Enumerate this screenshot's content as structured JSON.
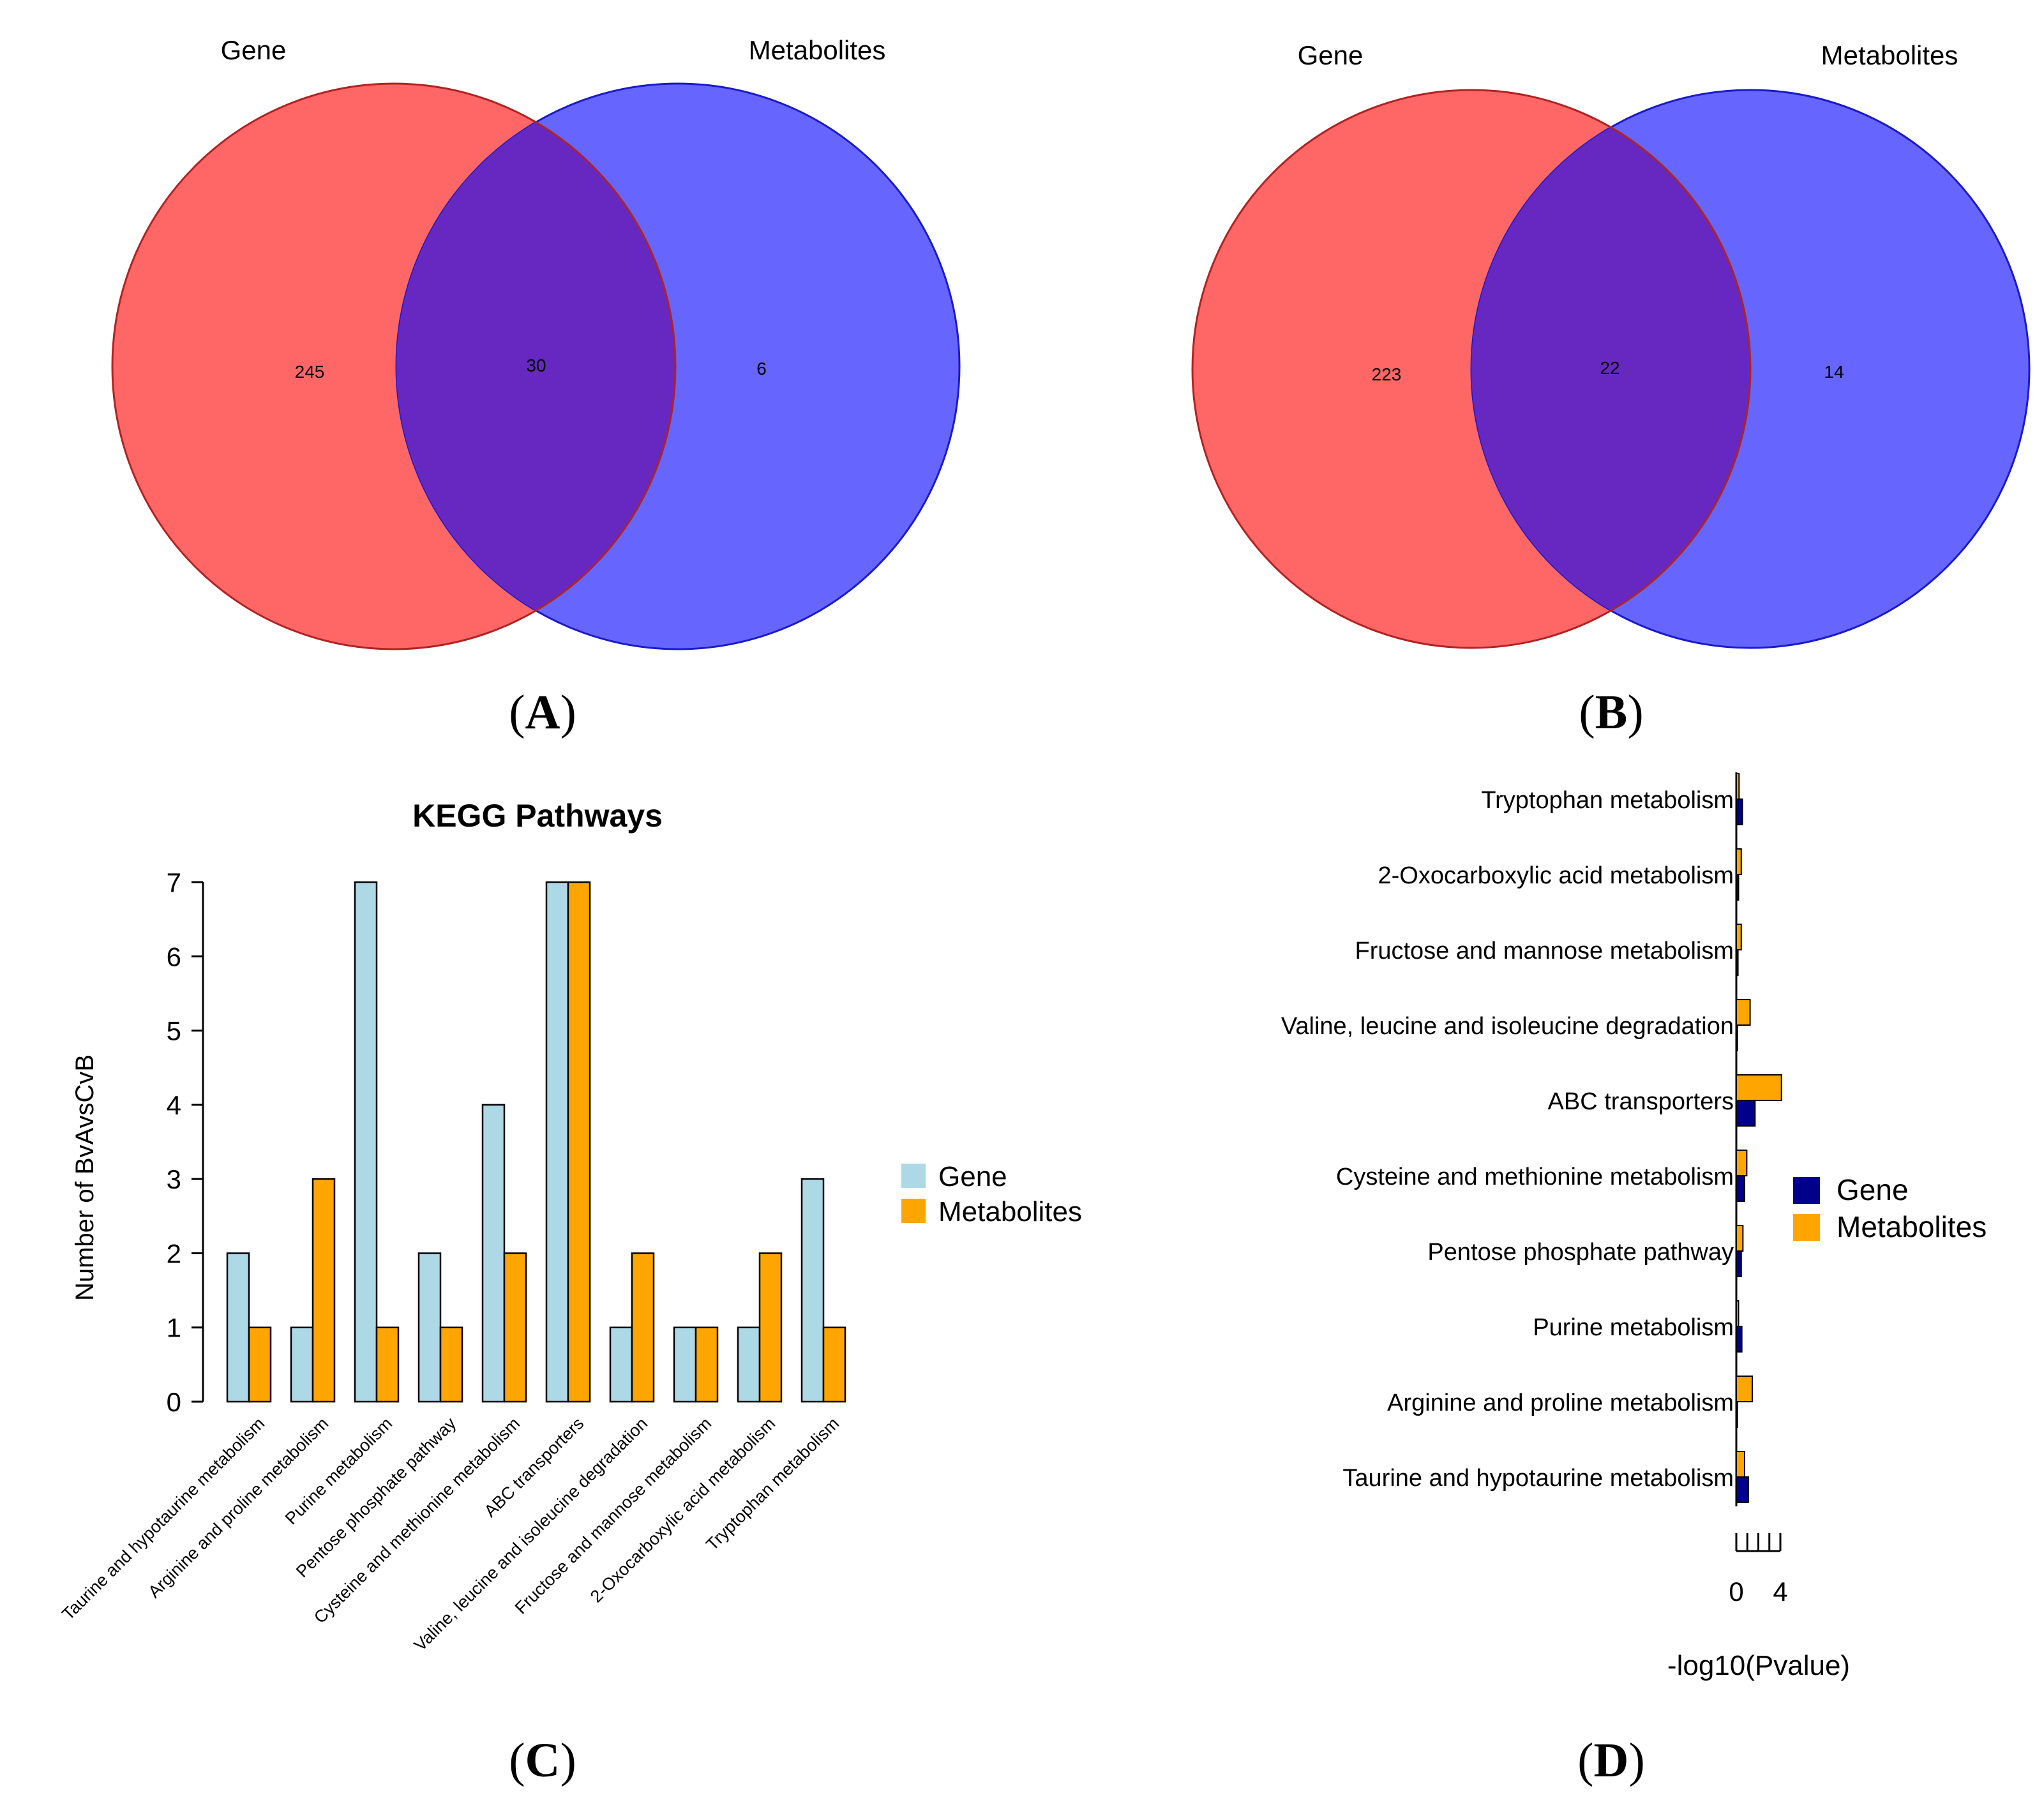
{
  "panels": {
    "A": {
      "label": "(A)",
      "letter": "A"
    },
    "B": {
      "label": "(B)",
      "letter": "B"
    },
    "C": {
      "label": "(C)",
      "letter": "C"
    },
    "D": {
      "label": "(D)",
      "letter": "D"
    }
  },
  "colors": {
    "venn_gene_fill": "#ff6666",
    "venn_gene_stroke": "#b22222",
    "venn_metab_fill": "#6666ff",
    "venn_metab_stroke": "#1a1acc",
    "venn_overlap_fill": "#6628c0",
    "bar_gene_c": "#add8e6",
    "bar_metab_c": "#ffa500",
    "bar_gene_d": "#00008b",
    "bar_metab_d": "#ffa500"
  },
  "chart_data": [
    {
      "panel": "A",
      "type": "venn",
      "sets": [
        "Gene",
        "Metabolites"
      ],
      "values": {
        "gene_only": "245",
        "both": "30",
        "metabolites_only": "6"
      }
    },
    {
      "panel": "B",
      "type": "venn",
      "sets": [
        "Gene",
        "Metabolites"
      ],
      "values": {
        "gene_only": "223",
        "both": "22",
        "metabolites_only": "14"
      }
    },
    {
      "panel": "C",
      "type": "bar",
      "title": "KEGG Pathways",
      "xlabel": "",
      "ylabel": "Number of BvAvsCvB",
      "ylim": [
        0,
        7
      ],
      "yticks": [
        0,
        1,
        2,
        3,
        4,
        5,
        6,
        7
      ],
      "categories": [
        "Taurine and hypotaurine metabolism",
        "Arginine and proline metabolism",
        "Purine metabolism",
        "Pentose phosphate pathway",
        "Cysteine and methionine metabolism",
        "ABC transporters",
        "Valine, leucine and isoleucine degradation",
        "Fructose and mannose metabolism",
        "2-Oxocarboxylic acid metabolism",
        "Tryptophan metabolism"
      ],
      "series": [
        {
          "name": "Gene",
          "values": [
            2,
            1,
            7,
            2,
            4,
            7,
            1,
            1,
            1,
            3
          ]
        },
        {
          "name": "Metabolites",
          "values": [
            1,
            3,
            1,
            1,
            2,
            7,
            2,
            1,
            2,
            1
          ]
        }
      ],
      "legend": "right"
    },
    {
      "panel": "D",
      "type": "bar",
      "orientation": "horizontal",
      "xlabel": "-log10(Pvalue)",
      "ylabel": "",
      "xlim": [
        0,
        4
      ],
      "xticks": [
        0,
        4
      ],
      "categories": [
        "Tryptophan metabolism",
        "2-Oxocarboxylic acid metabolism",
        "Fructose and mannose metabolism",
        "Valine, leucine and isoleucine degradation",
        "ABC transporters",
        "Cysteine and methionine metabolism",
        "Pentose phosphate pathway",
        "Purine metabolism",
        "Arginine and proline metabolism",
        "Taurine and hypotaurine metabolism"
      ],
      "series": [
        {
          "name": "Gene",
          "values": [
            0.55,
            0.2,
            0.15,
            0.1,
            1.7,
            0.75,
            0.45,
            0.5,
            0.1,
            1.1
          ]
        },
        {
          "name": "Metabolites",
          "values": [
            0.25,
            0.45,
            0.45,
            1.25,
            4.1,
            0.95,
            0.6,
            0.2,
            1.45,
            0.75
          ]
        }
      ],
      "legend": "right"
    }
  ]
}
